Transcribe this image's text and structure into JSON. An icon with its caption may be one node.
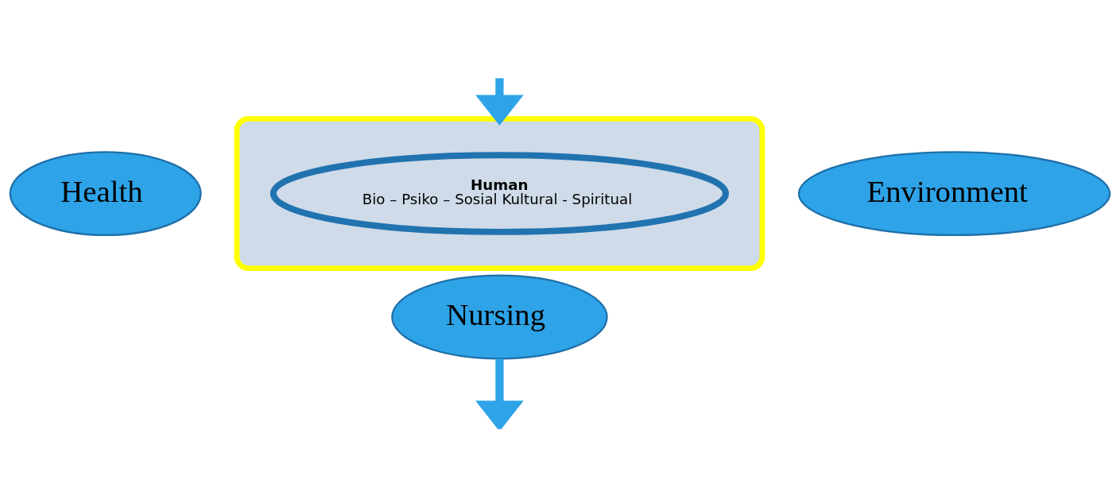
{
  "diagram": {
    "nodes": [
      {
        "text": [],
        "shape": "ellipse"
      },
      {
        "text": [
          "Human",
          "Bio – Psiko – Sosial Kultural - Spiritual"
        ],
        "in": 0
      },
      {
        "text": [
          "Health"
        ]
      },
      {
        "text": [
          "Environment"
        ]
      },
      {
        "text": [
          "Nursing"
        ]
      }
    ],
    "edges": [
      {
        "from": null,
        "to": 0,
        "arrow": "to"
      },
      {
        "from": 4,
        "to": null,
        "arrow": "to"
      }
    ]
  }
}
